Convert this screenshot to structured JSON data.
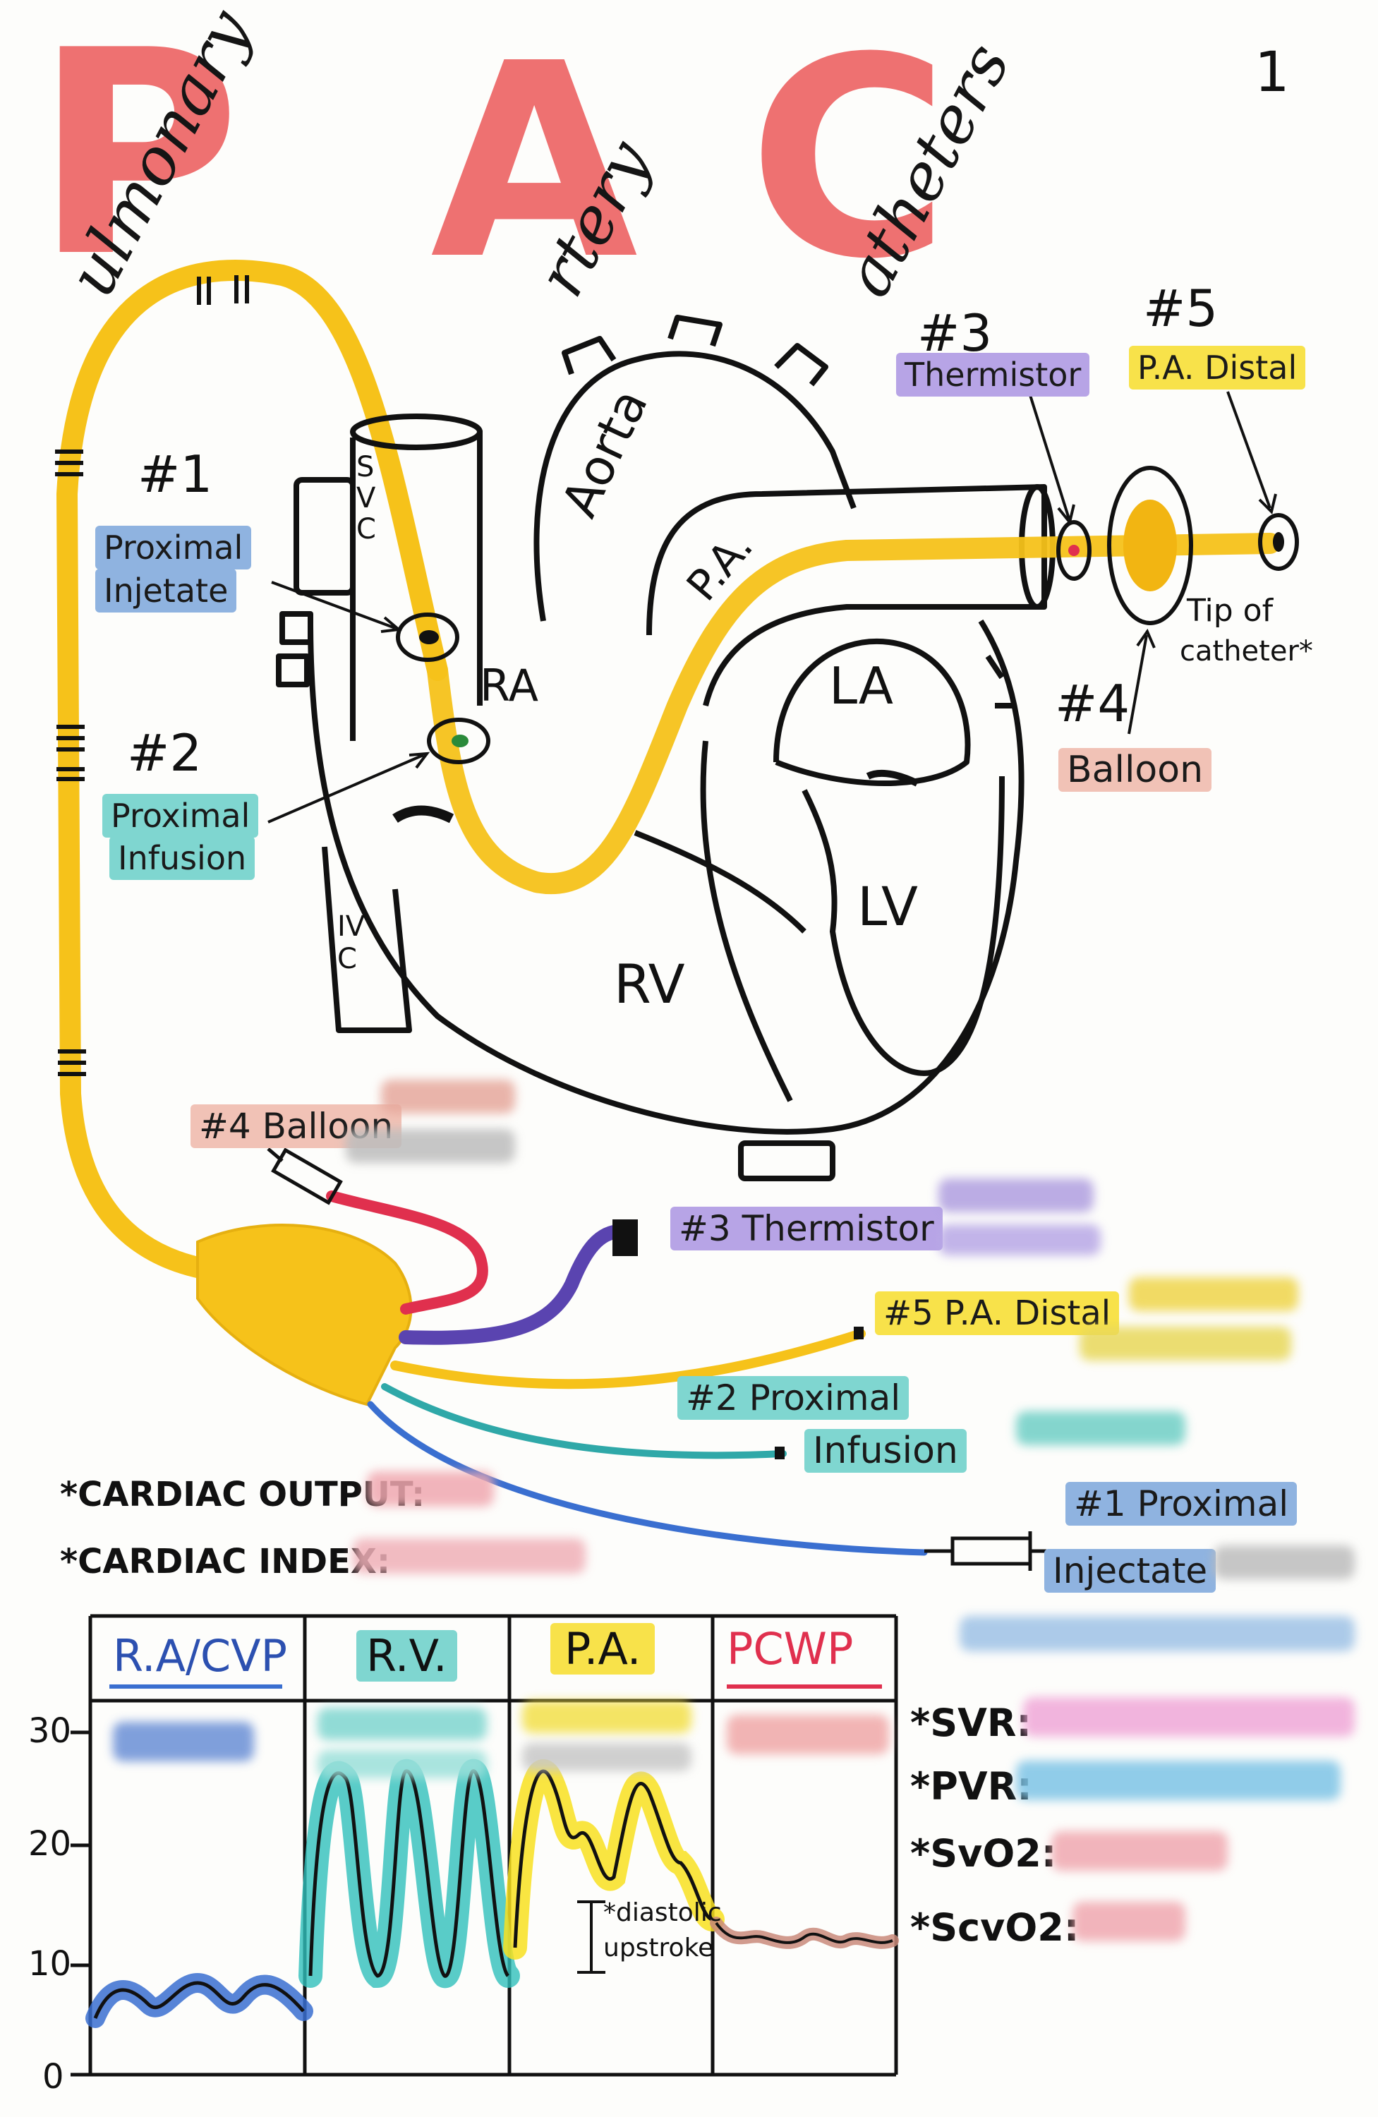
{
  "page_number": "1",
  "title": {
    "letter_p": "P",
    "word_p": "ulmonary",
    "letter_a": "A",
    "word_a": "rtery",
    "letter_c": "C",
    "word_c": "atheters"
  },
  "ports": {
    "p1": {
      "number": "#1",
      "label_line1": "Proximal",
      "label_line2": "Injetate"
    },
    "p2": {
      "number": "#2",
      "label_line1": "Proximal",
      "label_line2": "Infusion"
    },
    "p3": {
      "number": "#3",
      "label": "Thermistor"
    },
    "p4": {
      "number": "#4",
      "label": "Balloon"
    },
    "p5": {
      "number": "#5",
      "label": "P.A. Distal"
    },
    "tip": {
      "line1": "Tip of",
      "line2": "catheter*"
    }
  },
  "heart_labels": {
    "svc": "SVC",
    "aorta": "Aorta",
    "pa": "P.A.",
    "ra": "RA",
    "la": "LA",
    "lv": "LV",
    "rv": "RV",
    "ivc": "IVC"
  },
  "hub_labels": {
    "balloon": "#4 Balloon",
    "thermistor": "#3 Thermistor",
    "pa_distal": "#5 P.A. Distal",
    "prox_infusion_1": "#2 Proximal",
    "prox_infusion_2": "Infusion",
    "prox_injectate_1": "#1 Proximal",
    "prox_injectate_2": "Injectate"
  },
  "measures": {
    "cardiac_output": "*CARDIAC OUTPUT:",
    "cardiac_index": "*CARDIAC INDEX:",
    "svr": "*SVR:",
    "pvr": "*PVR:",
    "svo2": "*SvO2:",
    "scvo2": "*ScvO2:"
  },
  "waveform_table": {
    "headers": [
      "R.A/CVP",
      "R.V.",
      "P.A.",
      "PCWP"
    ],
    "y_ticks": [
      "30",
      "20",
      "10",
      "0"
    ],
    "annotation_line1": "*diastolic",
    "annotation_line2": "upstroke"
  },
  "colors": {
    "title": "#ee6a6a",
    "catheter_yellow": "#f6c21a",
    "balloon_red": "#e0304e",
    "thermistor_purple": "#5a44b0",
    "infusion_teal": "#2fa8a8",
    "injectate_blue": "#3a6fd0",
    "tag_blue": "#8fb3e0",
    "tag_teal": "#7fd6d0",
    "tag_purple": "#b7a4e6",
    "tag_yellow": "#f8e24a",
    "tag_pink": "#f4b4b0",
    "tag_salmon": "#f1c2b6"
  }
}
